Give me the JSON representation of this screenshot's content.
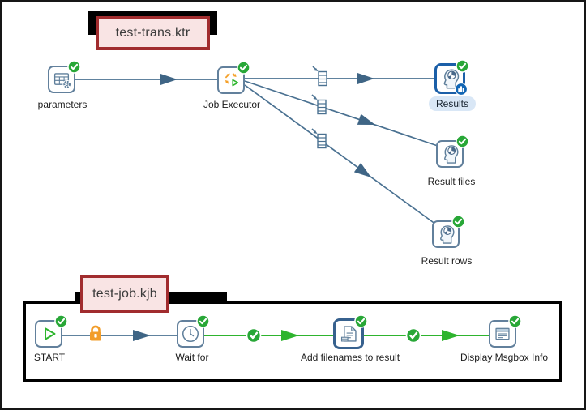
{
  "transformation": {
    "file_label": "test-trans.ktr",
    "steps": [
      {
        "label": "parameters",
        "icon": "data-grid-icon",
        "status": "success"
      },
      {
        "label": "Job Executor",
        "icon": "job-executor-icon",
        "status": "success"
      },
      {
        "label": "Results",
        "icon": "write-to-log-icon",
        "status": "success",
        "selected": true,
        "has_metrics_badge": true
      },
      {
        "label": "Result files",
        "icon": "write-to-log-icon",
        "status": "success"
      },
      {
        "label": "Result rows",
        "icon": "write-to-log-icon",
        "status": "success"
      }
    ],
    "hops": [
      {
        "from": "parameters",
        "to": "Job Executor"
      },
      {
        "from": "Job Executor",
        "to": "Results",
        "decoration": "copy-rows-icon"
      },
      {
        "from": "Job Executor",
        "to": "Result files",
        "decoration": "copy-rows-icon"
      },
      {
        "from": "Job Executor",
        "to": "Result rows",
        "decoration": "copy-rows-icon"
      }
    ]
  },
  "job": {
    "file_label": "test-job.kjb",
    "entries": [
      {
        "label": "START",
        "icon": "start-play-icon",
        "status": "success"
      },
      {
        "label": "Wait for",
        "icon": "clock-icon",
        "status": "success"
      },
      {
        "label": "Add filenames to result",
        "icon": "add-filenames-icon",
        "status": "success",
        "selected": true
      },
      {
        "label": "Display Msgbox Info",
        "icon": "msgbox-icon",
        "status": "success"
      }
    ],
    "hops": [
      {
        "from": "START",
        "to": "Wait for",
        "decoration": "lock-icon",
        "type": "unconditional"
      },
      {
        "from": "Wait for",
        "to": "Add filenames to result",
        "decoration": "success-check-icon",
        "type": "success"
      },
      {
        "from": "Add filenames to result",
        "to": "Display Msgbox Info",
        "decoration": "success-check-icon",
        "type": "success"
      }
    ]
  },
  "colors": {
    "hop_slate": "#4a7191",
    "arrow_slate": "#3f6585",
    "hop_green": "#2eb42e",
    "success_green": "#28a737",
    "selected_blue": "#1b5fa8",
    "entry_selected_slate": "#37618e",
    "lock_orange": "#f29d2a",
    "executor_orange": "#f5a028",
    "annotation_border_red": "#a12c2e",
    "annotation_bg_pink": "#f9e4e4",
    "container_black": "#000000",
    "metrics_badge_blue": "#1266b4",
    "step_border_slate": "#62809c",
    "results_pill_bg": "#d9e7f6"
  }
}
